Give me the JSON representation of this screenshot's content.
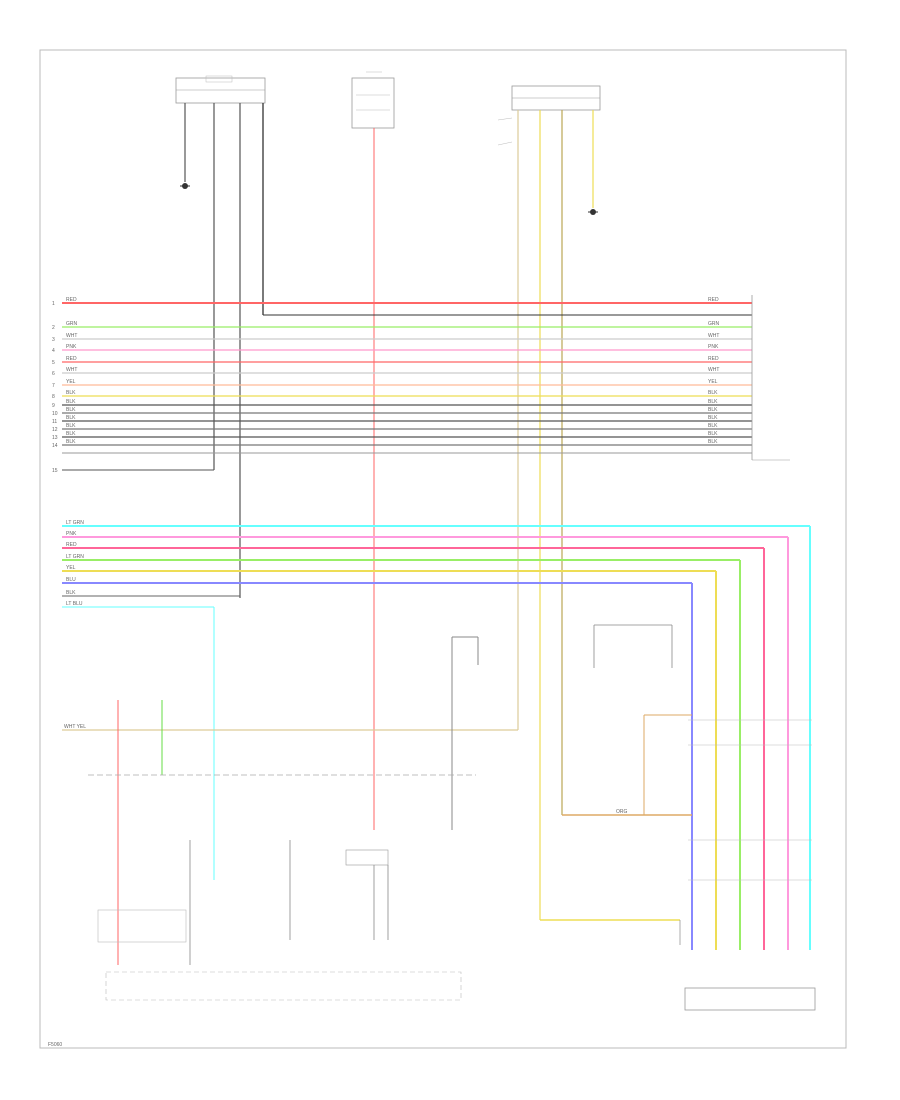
{
  "bus_labels": {
    "left_pins": [
      "1",
      "2",
      "3",
      "4",
      "5",
      "6",
      "7",
      "8",
      "9",
      "10",
      "11",
      "12",
      "13",
      "14",
      "15"
    ],
    "row_codes_left": [
      "RED",
      "GRN",
      "WHT",
      "PNK",
      "RED",
      "WHT",
      "YEL",
      "BLK",
      "BLK",
      "BLK",
      "BLK",
      "BLK",
      "BLK",
      "BLK"
    ],
    "row_codes_right": [
      "RED",
      "GRN",
      "WHT",
      "PNK",
      "RED",
      "WHT",
      "YEL",
      "BLK",
      "BLK",
      "BLK",
      "BLK",
      "BLK",
      "BLK",
      "BLK"
    ]
  },
  "lower_bus_codes": [
    "LT GRN",
    "PNK",
    "RED",
    "LT GRN",
    "YEL",
    "BLU",
    "BLK",
    "LT BLU"
  ],
  "wires_colors": {
    "red": "#ff6666",
    "green": "#99ee66",
    "pink": "#ff99cc",
    "yellow": "#eedd55",
    "cyan": "#66ffff",
    "blue": "#8888ff",
    "tan": "#ddaa66",
    "orange": "#ffbb66",
    "gray": "#888888",
    "black": "#111111",
    "frame": "#bbbbbb"
  },
  "mid_code": "ORG",
  "bottom_left_code": "WHT YEL",
  "footnote": "F5060"
}
